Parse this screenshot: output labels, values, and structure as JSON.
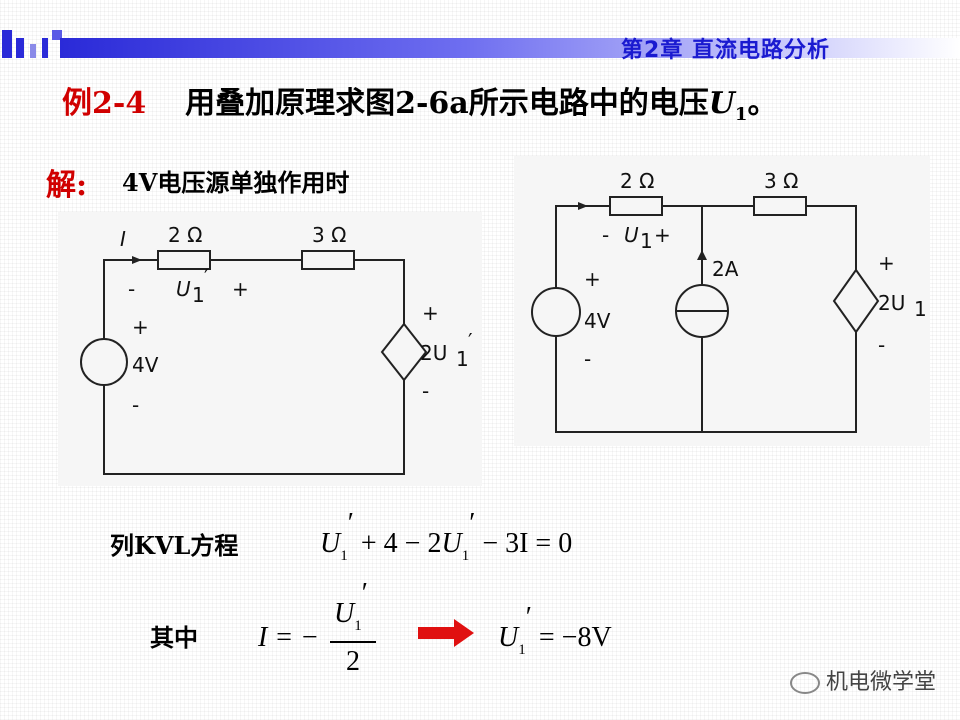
{
  "header": {
    "chapter_title": "第2章 直流电路分析",
    "accent": "#2a2ad8"
  },
  "heading": {
    "example_no": "例2-4",
    "text_a": "用叠加原理求图",
    "text_b": "2-6a",
    "text_c": "所示电路中的电压",
    "var": "U",
    "sub": "1",
    "end": "。"
  },
  "solution": {
    "label": "解:",
    "case_text": "4V电压源单独作用时"
  },
  "left_circuit": {
    "current_label": "I",
    "r1": "2 Ω",
    "r2": "3 Ω",
    "u1_var": "U",
    "u1_sub": "1",
    "u1_prime": "′",
    "minus": "-",
    "plus": "+",
    "vs_plus": "+",
    "vs_value": "4V",
    "vs_minus": "-",
    "dep_plus": "+",
    "dep_label": "2U",
    "dep_sub": "1",
    "dep_prime": "′",
    "dep_minus": "-"
  },
  "right_circuit": {
    "r1": "2 Ω",
    "r2": "3 Ω",
    "u1_minus": "-",
    "u1_var": "U",
    "u1_sub": "1",
    "u1_plus": "+",
    "vs_plus": "+",
    "vs_value": "4V",
    "vs_minus": "-",
    "cs_value": "2A",
    "dep_plus": "+",
    "dep_label": "2U",
    "dep_sub": "1",
    "dep_minus": "-"
  },
  "equations": {
    "kvl_label": "列KVL方程",
    "kvl_U": "U",
    "kvl_sub1": "1",
    "kvl_prime": "′",
    "kvl_mid": "+ 4 − 2",
    "kvl_U2": "U",
    "kvl_sub2": "1",
    "kvl_prime2": "′",
    "kvl_end": "− 3I = 0",
    "where_label": "其中",
    "i_lhs": "I = −",
    "i_num_U": "U",
    "i_num_sub": "1",
    "i_num_prime": "′",
    "i_den": "2",
    "arrow_color": "#e01010",
    "res_U": "U",
    "res_sub": "1",
    "res_prime": "′",
    "res_rhs": "= −8V"
  },
  "watermark": {
    "text": "机电微学堂"
  }
}
